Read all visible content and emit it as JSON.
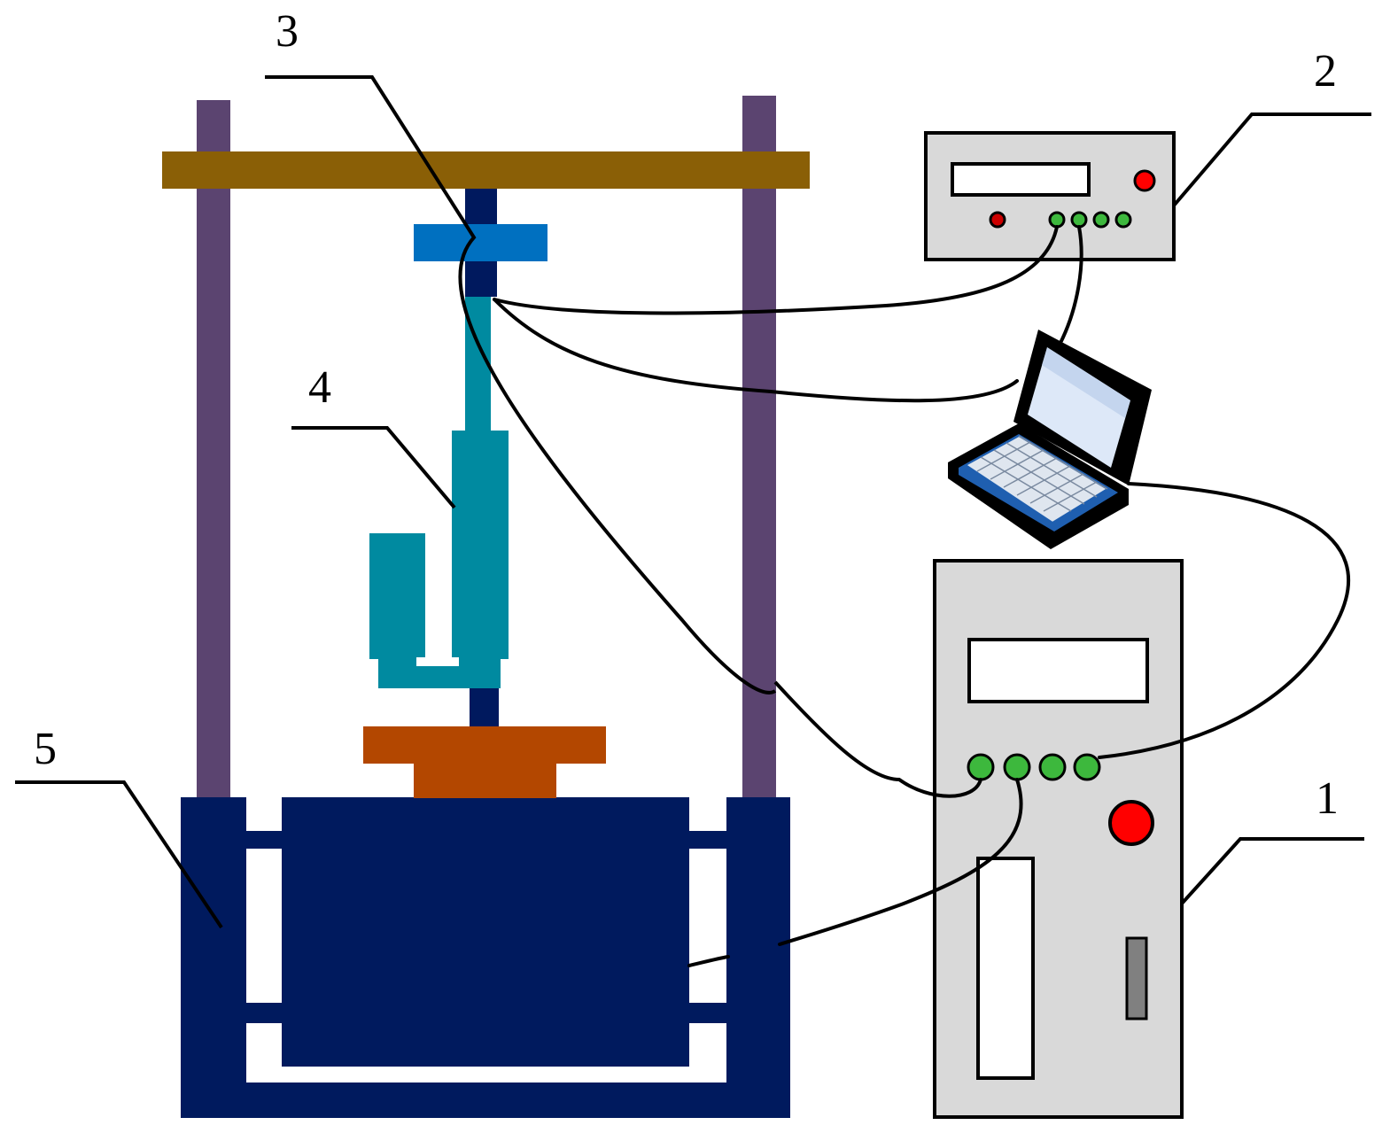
{
  "labels": {
    "controller": "1",
    "signal_box": "2",
    "crosshead_sensor": "3",
    "actuator": "4",
    "base_frame": "5"
  },
  "colors": {
    "column": "#5b4470",
    "crossbeam": "#8a5f06",
    "frame": "#001a5e",
    "sensor_block": "#0070c0",
    "rod": "#00195e",
    "actuator": "#008aa0",
    "platen": "#b34700",
    "panel": "#d9d9d9",
    "port_green": "#3db83d",
    "button_red": "#ff0000",
    "laptop_body": "#000000",
    "laptop_screen": "#dde8f8",
    "laptop_accent": "#1f5fb0"
  }
}
